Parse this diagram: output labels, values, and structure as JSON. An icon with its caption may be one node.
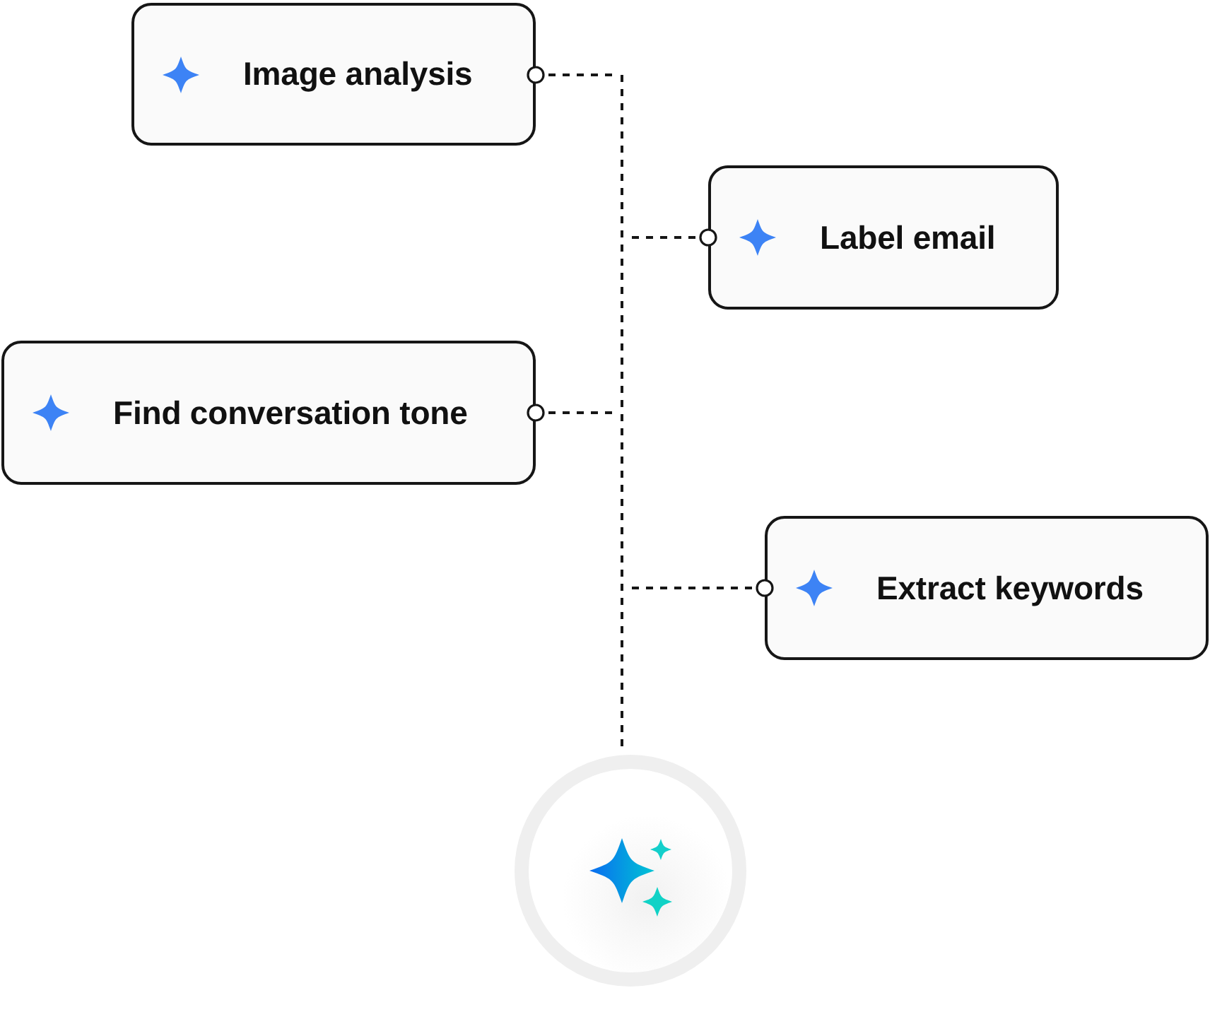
{
  "diagram": {
    "nodes": [
      {
        "text": [
          "Image analysis"
        ]
      },
      {
        "text": [
          "Label email"
        ]
      },
      {
        "text": [
          "Find conversation tone"
        ]
      },
      {
        "text": [
          "Extract keywords"
        ]
      },
      {
        "text": [],
        "shape": "circle"
      }
    ],
    "edges": [
      {
        "from": 0,
        "to": 4,
        "arrow": "other",
        "style": "dashed"
      },
      {
        "from": 1,
        "to": 4,
        "arrow": "other",
        "style": "dashed"
      },
      {
        "from": 2,
        "to": 4,
        "arrow": "other",
        "style": "dashed"
      },
      {
        "from": 3,
        "to": 4,
        "arrow": "other",
        "style": "dashed"
      }
    ]
  }
}
